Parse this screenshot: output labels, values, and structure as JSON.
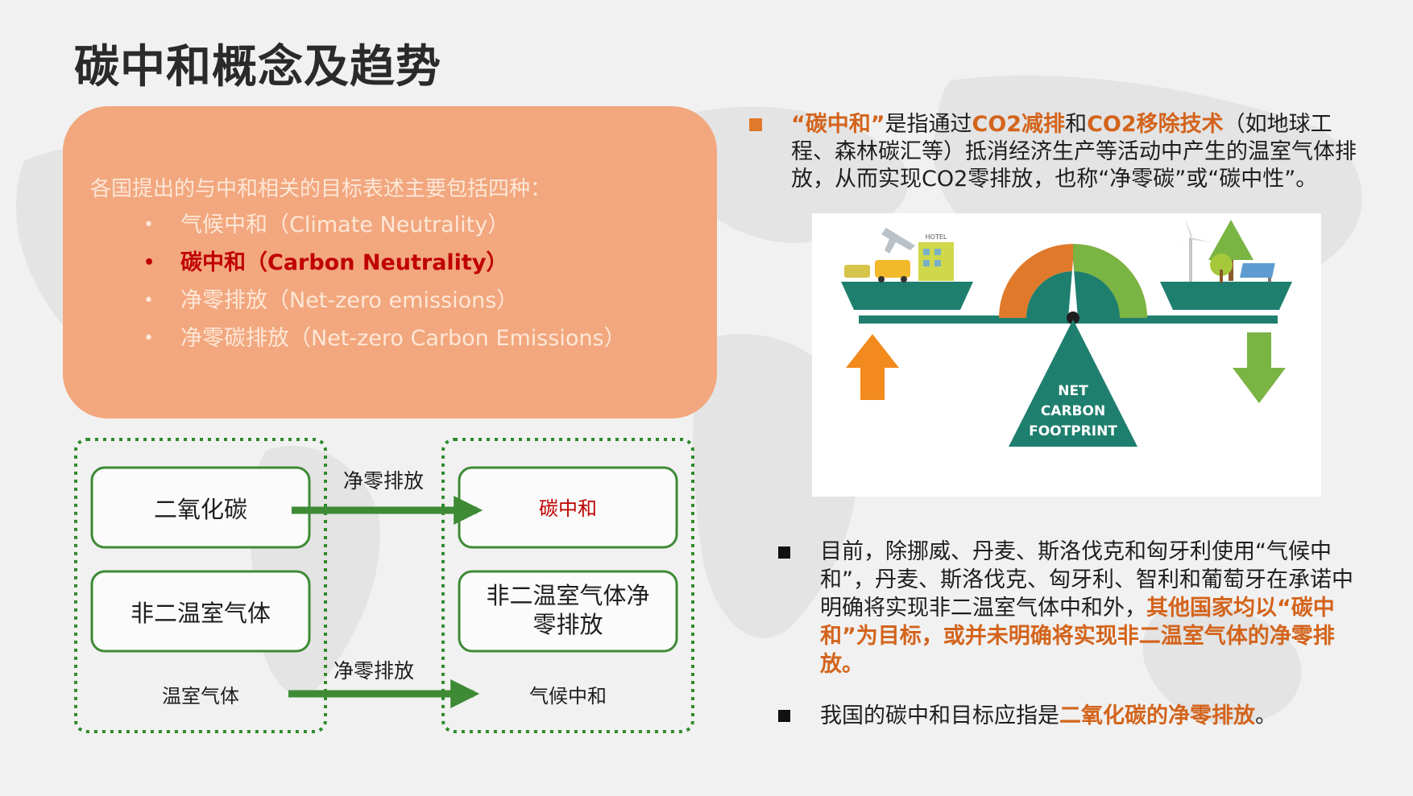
{
  "slide": {
    "title": "碳中和概念及趋势"
  },
  "target_box": {
    "intro": "各国提出的与中和相关的目标表述主要包括四种：",
    "items": [
      {
        "text": "气候中和（Climate Neutrality）",
        "highlight": false
      },
      {
        "text": "碳中和（Carbon Neutrality）",
        "highlight": true
      },
      {
        "text": "净零排放（Net-zero emissions）",
        "highlight": false
      },
      {
        "text": "净零碳排放（Net-zero Carbon Emissions）",
        "highlight": false
      }
    ],
    "bullet_char": "•"
  },
  "concept_diagram": {
    "left": {
      "co2": "二氧化碳",
      "non_co2": "非二温室气体",
      "ghg": "温室气体"
    },
    "right": {
      "carbon_neutral": "碳中和",
      "non_co2_net_zero": "非二温室气体净零排放",
      "climate_neutral": "气候中和"
    },
    "arrow_label_top": "净零排放",
    "arrow_label_bottom": "净零排放"
  },
  "definition": {
    "q_open": "“",
    "term": "碳中和",
    "q_close": "”",
    "p1": "是指通过",
    "hl1": "CO2减排",
    "p2": "和",
    "hl2": "CO2移除技术",
    "p3": "（如地球工程、森林碳汇等）抵消经济生产等活动中产生的温室气体排放，从而实现CO2零排放，也称“净零碳”或“碳中性”。"
  },
  "illustration": {
    "label_line1": "NET",
    "label_line2": "CARBON",
    "label_line3": "FOOTPRINT",
    "hotel_sign": "HOTEL"
  },
  "point_current": {
    "text": "目前，除挪威、丹麦、斯洛伐克和匈牙利使用“气候中和”，丹麦、斯洛伐克、匈牙利、智利和葡萄牙在承诺中明确将实现非二温室气体中和外，",
    "hl": "其他国家均以“碳中和”为目标，或并未明确将实现非二温室气体的净零排放。"
  },
  "point_china": {
    "text": "我国的碳中和目标应指是",
    "hl": "二氧化碳的净零排放",
    "end": "。"
  },
  "colors": {
    "orange_box": "#f2a77e",
    "highlight_red": "#c00000",
    "highlight_orange": "#d3641c",
    "diagram_green": "#2f8a2f",
    "teal": "#1a7f6e"
  }
}
